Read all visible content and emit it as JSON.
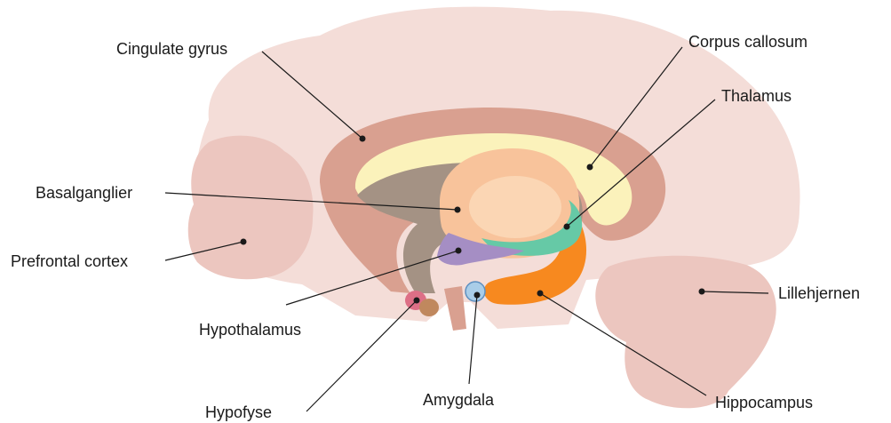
{
  "labels": {
    "cingulate_gyrus": "Cingulate gyrus",
    "corpus_callosum": "Corpus callosum",
    "thalamus": "Thalamus",
    "basalganglier": "Basalganglier",
    "prefrontal_cortex": "Prefrontal cortex",
    "lillehjernen": "Lillehjernen",
    "hypothalamus": "Hypothalamus",
    "hypofyse": "Hypofyse",
    "amygdala": "Amygdala",
    "hippocampus": "Hippocampus"
  },
  "colors": {
    "cerebrum": "#f4ddd8",
    "lobe": "#ecc6bf",
    "cingulate": "#d9a090",
    "corpus_callosum": "#fbf2bb",
    "ventricle": "#a49284",
    "basal_ganglia": "#f8c39b",
    "basal_ganglia_core": "#fbd6b4",
    "thalamus": "#66c9a6",
    "hypothalamus": "#a58ec4",
    "hippocampus": "#f7891f",
    "amygdala": "#a9cde8",
    "pituitary_front": "#dd6f86",
    "pituitary_back": "#c0885e",
    "line": "#1a1a1a"
  }
}
